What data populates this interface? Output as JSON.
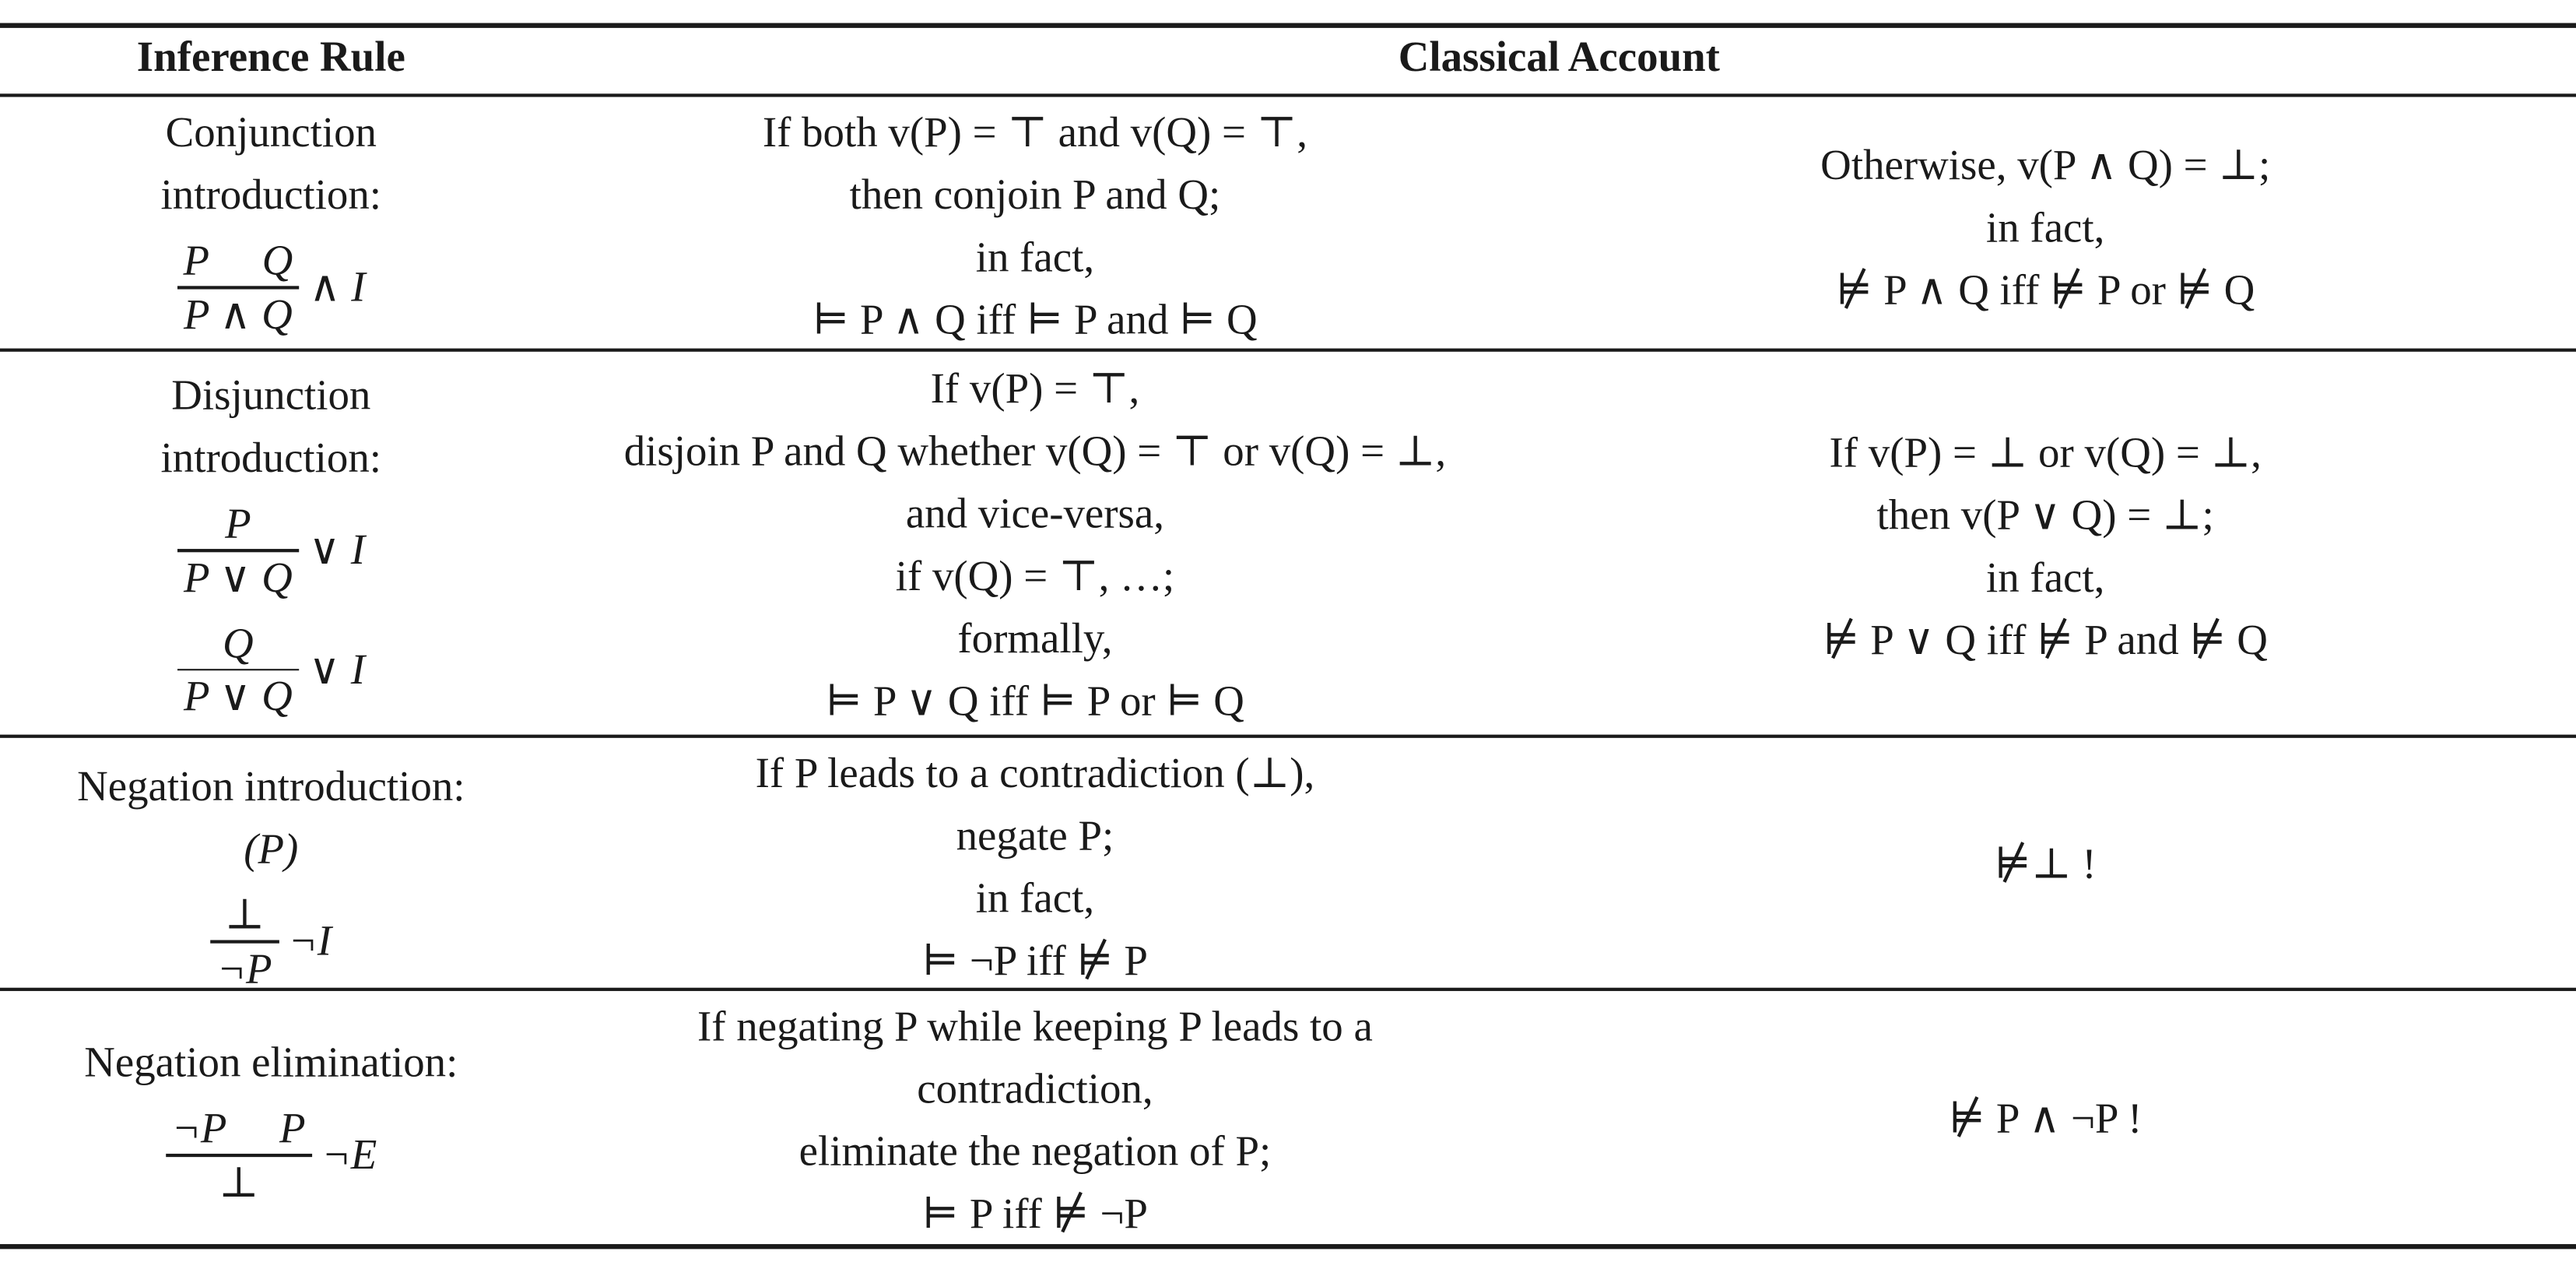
{
  "table": {
    "headers": {
      "inference_rule": "Inference Rule",
      "classical_account": "Classical Account"
    },
    "rows": [
      {
        "rule_name": [
          "Conjunction",
          "introduction:"
        ],
        "rules": [
          {
            "numerator": "P     Q",
            "denominator": "P ∧ Q",
            "tag": "∧ I"
          }
        ],
        "account_lines": [
          "If both v(P) = ⊤ and v(Q) = ⊤,",
          "then conjoin P and Q;",
          "in fact,",
          "⊨ P ∧ Q iff  ⊨ P and  ⊨ Q"
        ],
        "otherwise_lines": [
          "Otherwise, v(P ∧ Q) = ⊥;",
          "in fact,",
          "⊭ P ∧ Q iff ⊭ P or ⊭ Q"
        ]
      },
      {
        "rule_name": [
          "Disjunction",
          "introduction:"
        ],
        "rules": [
          {
            "numerator": "P",
            "denominator": "P ∨ Q",
            "tag": "∨ I"
          },
          {
            "numerator": "Q",
            "denominator": "P ∨ Q",
            "tag": "∨ I"
          }
        ],
        "account_lines": [
          "If v(P) = ⊤,",
          "disjoin P and Q whether v(Q) = ⊤ or v(Q) = ⊥,",
          "and vice-versa,",
          "if v(Q) = ⊤, …;",
          "formally,",
          "⊨ P ∨ Q iff  ⊨ P or  ⊨ Q"
        ],
        "otherwise_lines": [
          "If v(P) = ⊥ or v(Q) = ⊥,",
          "then v(P ∨ Q) = ⊥;",
          "in fact,",
          "⊭ P ∨ Q iff ⊭ P and ⊭ Q"
        ]
      },
      {
        "rule_name": [
          "Negation introduction:",
          "(P)"
        ],
        "rules": [
          {
            "numerator": "⊥",
            "denominator": "¬P",
            "tag": "¬I"
          }
        ],
        "account_lines": [
          "If P leads to a contradiction (⊥),",
          "negate P;",
          "in fact,",
          "⊨ ¬P iff  ⊭ P"
        ],
        "otherwise_lines": [
          "⊭⊥ !"
        ]
      },
      {
        "rule_name": [
          "Negation elimination:"
        ],
        "rules": [
          {
            "numerator": "¬P     P",
            "denominator": "⊥",
            "tag": "¬E"
          }
        ],
        "account_lines": [
          "If negating P while keeping P leads to a",
          "contradiction,",
          "eliminate the negation of P;",
          "⊨ P iff  ⊭ ¬P"
        ],
        "otherwise_lines": [
          "⊭ P ∧ ¬P !"
        ]
      }
    ]
  }
}
